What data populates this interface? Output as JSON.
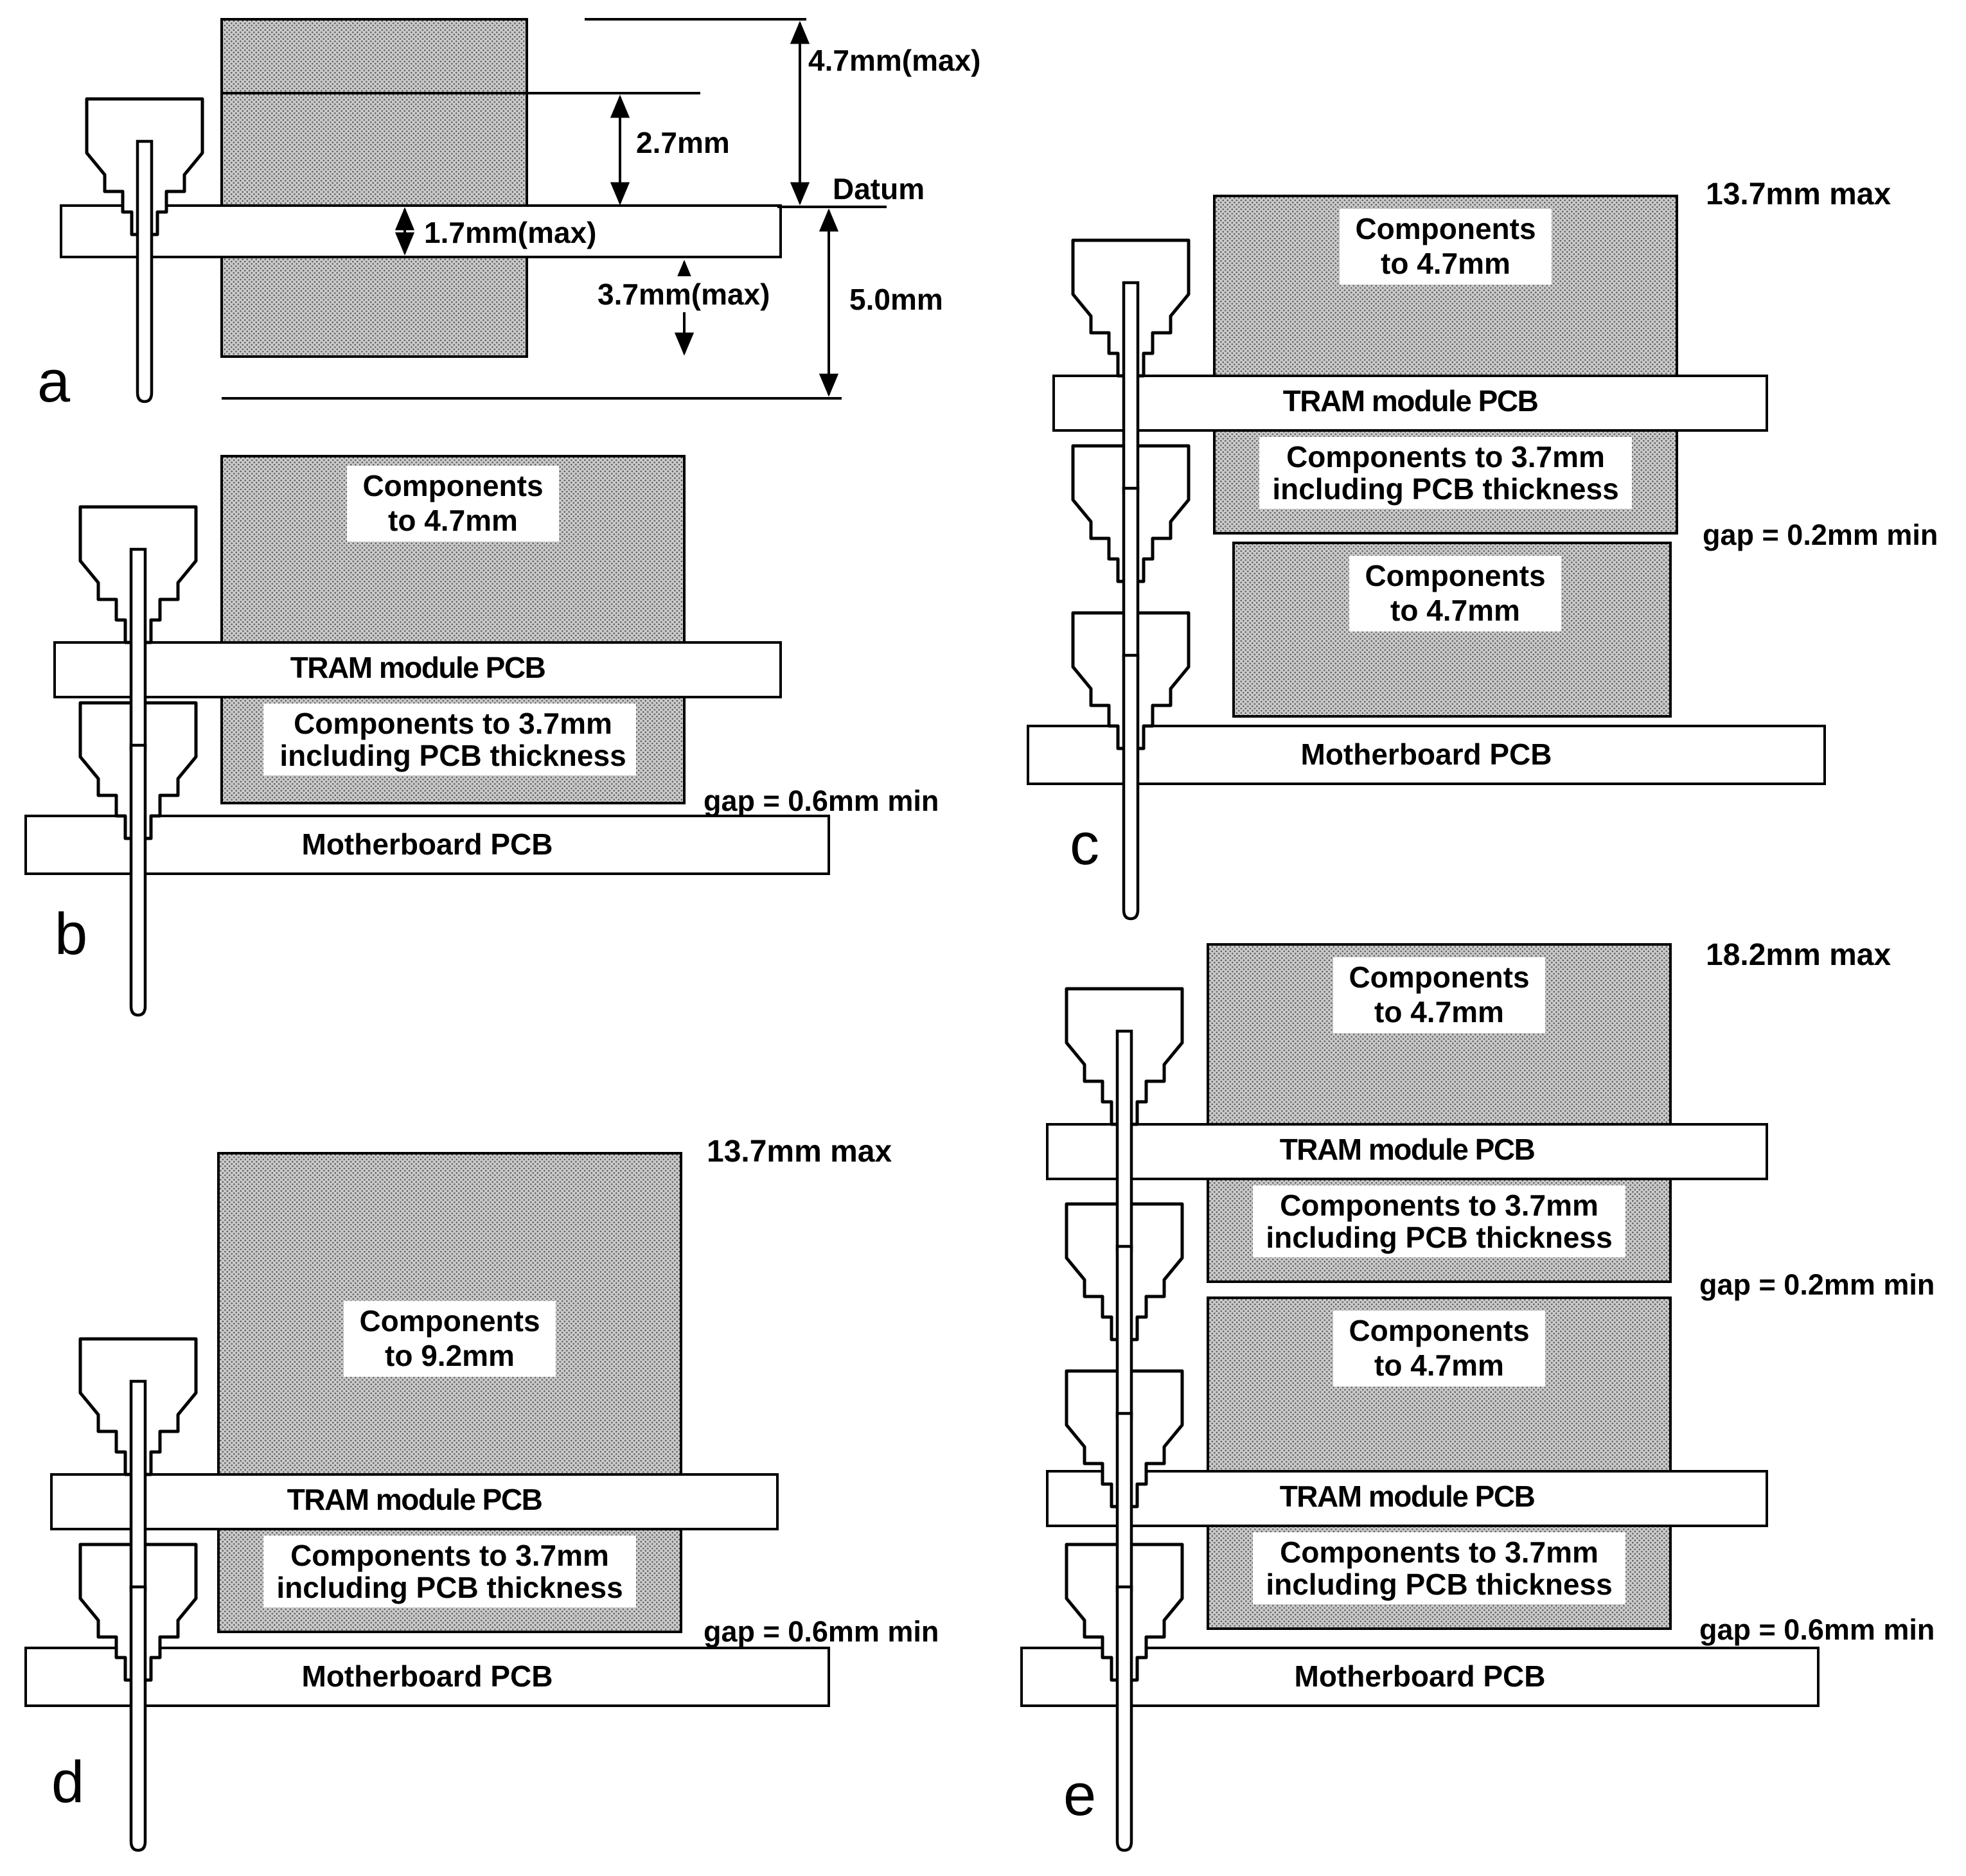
{
  "figure": {
    "colors": {
      "stipple_bg": "#c9c9c9",
      "stipple_dot": "#585858",
      "line": "#000000"
    },
    "panels": {
      "a": {
        "letter": "a",
        "dims": {
          "above_component": "2.7mm",
          "above_max": "4.7mm(max)",
          "datum": "Datum",
          "pcb_thickness": "1.7mm(max)",
          "below_max": "3.7mm(max)",
          "below_total": "5.0mm"
        }
      },
      "b": {
        "letter": "b",
        "top_block_line1": "Components",
        "top_block_line2": "to 4.7mm",
        "tram_pcb": "TRAM module PCB",
        "bottom_block_line1": "Components to 3.7mm",
        "bottom_block_line2": "including PCB thickness",
        "gap": "gap = 0.6mm min",
        "motherboard": "Motherboard PCB"
      },
      "c": {
        "letter": "c",
        "max_height": "13.7mm max",
        "top_block_line1": "Components",
        "top_block_line2": "to 4.7mm",
        "tram_pcb": "TRAM module PCB",
        "mid_block_line1": "Components to 3.7mm",
        "mid_block_line2": "including PCB thickness",
        "gap": "gap = 0.2mm min",
        "mobo_block_line1": "Components",
        "mobo_block_line2": "to 4.7mm",
        "motherboard": "Motherboard PCB"
      },
      "d": {
        "letter": "d",
        "max_height": "13.7mm max",
        "top_block_line1": "Components",
        "top_block_line2": "to 9.2mm",
        "tram_pcb": "TRAM module PCB",
        "bottom_block_line1": "Components to 3.7mm",
        "bottom_block_line2": "including PCB thickness",
        "gap": "gap = 0.6mm min",
        "motherboard": "Motherboard PCB"
      },
      "e": {
        "letter": "e",
        "max_height": "18.2mm max",
        "tram1_top_line1": "Components",
        "tram1_top_line2": "to 4.7mm",
        "tram1_pcb": "TRAM module PCB",
        "tram1_bottom_line1": "Components to 3.7mm",
        "tram1_bottom_line2": "including PCB thickness",
        "gap1": "gap = 0.2mm min",
        "tram2_top_line1": "Components",
        "tram2_top_line2": "to 4.7mm",
        "tram2_pcb": "TRAM module PCB",
        "tram2_bottom_line1": "Components to 3.7mm",
        "tram2_bottom_line2": "including PCB thickness",
        "gap2": "gap = 0.6mm min",
        "motherboard": "Motherboard PCB"
      }
    }
  }
}
